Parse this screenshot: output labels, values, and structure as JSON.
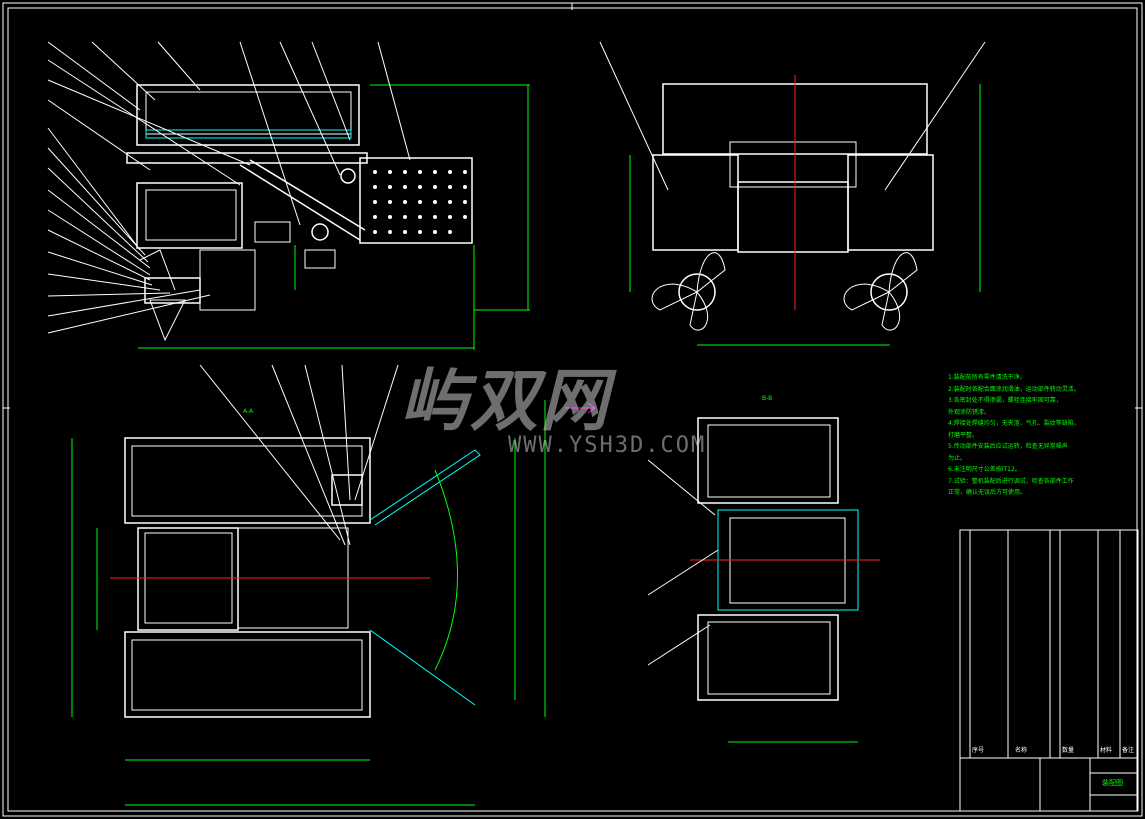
{
  "watermark": {
    "logo": "屿双网",
    "url": "WWW.YSH3D.COM"
  },
  "views": {
    "section_aa": "A-A",
    "section_bb": "B-B"
  },
  "notes": [
    "1.装配前所有零件清洗干净。",
    "2.装配时各配合面涂润滑油，运动部件转动灵活。",
    "3.各密封处不得渗漏，螺栓连接牢固可靠，",
    "外观涂防锈漆。",
    "4.焊接处焊缝均匀，无夹渣、气孔、裂纹等缺陷，",
    "打磨平整。",
    "5.传动部件安装后应试运转，检查无异常噪声",
    "为止。",
    "6.未注明尺寸公差按IT12。",
    "7.试验：整机装配后进行调试，检查各部件工作",
    "正常，确认无误后方可使用。"
  ],
  "title_block": {
    "drawing_name": "装配图",
    "headers": [
      "序号",
      "名称",
      "数量",
      "材料",
      "备注"
    ]
  },
  "colors": {
    "background": "#000000",
    "lines": "#ffffff",
    "dimensions": "#00ff00",
    "centerlines": "#ff2020"
  }
}
